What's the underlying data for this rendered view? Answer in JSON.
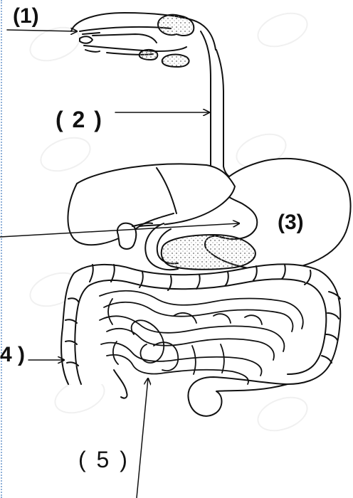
{
  "labels": {
    "l1": "(1)",
    "l2": "( 2  )",
    "l3": "(3)",
    "l4": "4 )",
    "l5": "( 5 )"
  },
  "colors": {
    "ink": "#111111",
    "organ_fill": "#ffffff",
    "texture": "#9a9a9a",
    "edge_dots": "#8fb0d8"
  },
  "icons": [
    "mouth",
    "salivary-glands",
    "esophagus",
    "liver",
    "gallbladder",
    "stomach",
    "pancreas",
    "small-intestine",
    "large-intestine",
    "rectum"
  ]
}
